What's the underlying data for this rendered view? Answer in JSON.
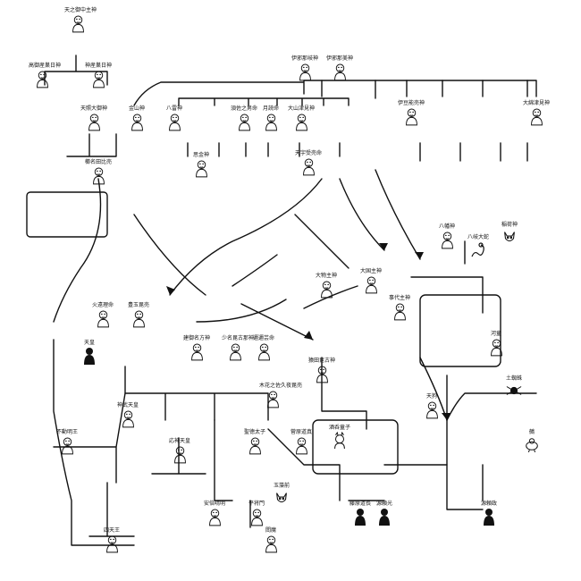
{
  "colors": {
    "ink": "#111111",
    "highlight": "#b9b2dc",
    "paper": "#ffffff"
  },
  "nodes": [
    {
      "id": "n1",
      "label": "天之御中主神",
      "hl": false,
      "icon": "deity-figure-icon"
    },
    {
      "id": "n2",
      "label": "高御産巣日神",
      "hl": false,
      "icon": "deity-figure-icon"
    },
    {
      "id": "n3",
      "label": "神産巣日神",
      "hl": false,
      "icon": "deity-figure-icon"
    },
    {
      "id": "n4",
      "label": "伊邪那岐神",
      "hl": false,
      "icon": "deity-figure-icon"
    },
    {
      "id": "n5",
      "label": "伊邪那美神",
      "hl": false,
      "icon": "deity-figure-icon"
    },
    {
      "id": "n6",
      "label": "金山神",
      "hl": true,
      "icon": "deity-figure-icon"
    },
    {
      "id": "n7",
      "label": "八雷神",
      "hl": false,
      "icon": "deity-figure-icon"
    },
    {
      "id": "n8",
      "label": "天照大御神",
      "hl": true,
      "icon": "deity-figure-icon"
    },
    {
      "id": "n9",
      "label": "須佐之男命",
      "hl": false,
      "icon": "deity-figure-icon"
    },
    {
      "id": "n10",
      "label": "月読命",
      "hl": false,
      "icon": "deity-figure-icon"
    },
    {
      "id": "n11",
      "label": "大山津見神",
      "hl": false,
      "icon": "deity-figure-icon"
    },
    {
      "id": "n12",
      "label": "大綿津見神",
      "hl": true,
      "icon": "deity-figure-icon"
    },
    {
      "id": "n13",
      "label": "伊豆能売神",
      "hl": true,
      "icon": "deity-figure-icon"
    },
    {
      "id": "n14",
      "label": "天宇受売命",
      "hl": true,
      "icon": "deity-figure-icon"
    },
    {
      "id": "n15",
      "label": "思金神",
      "hl": false,
      "icon": "deity-figure-icon"
    },
    {
      "id": "n16",
      "label": "大国主神",
      "hl": false,
      "icon": "deity-figure-icon"
    },
    {
      "id": "n17",
      "label": "八岐大蛇",
      "hl": false,
      "icon": "serpent-icon"
    },
    {
      "id": "n18",
      "label": "櫛名田比売",
      "hl": true,
      "icon": "deity-figure-icon"
    },
    {
      "id": "n19",
      "label": "大物主神",
      "hl": false,
      "icon": "deity-figure-icon"
    },
    {
      "id": "n20",
      "label": "事代主神",
      "hl": false,
      "icon": "deity-figure-icon"
    },
    {
      "id": "n21",
      "label": "建御名方神",
      "hl": false,
      "icon": "deity-figure-icon"
    },
    {
      "id": "n22",
      "label": "少名毘古那神",
      "hl": false,
      "icon": "deity-figure-icon"
    },
    {
      "id": "n23",
      "label": "邇邇芸命",
      "hl": false,
      "icon": "deity-figure-icon"
    },
    {
      "id": "n24",
      "label": "木花之佐久夜毘売",
      "hl": true,
      "icon": "deity-figure-icon"
    },
    {
      "id": "n25",
      "label": "猿田毘古神",
      "hl": false,
      "icon": "deity-figure-icon"
    },
    {
      "id": "n26",
      "label": "火遠理命",
      "hl": false,
      "icon": "deity-figure-icon"
    },
    {
      "id": "n27",
      "label": "豊玉毘売",
      "hl": true,
      "icon": "deity-figure-icon"
    },
    {
      "id": "n28",
      "label": "神武天皇",
      "hl": false,
      "icon": "deity-figure-icon"
    },
    {
      "id": "n29",
      "label": "天皇",
      "hl": false,
      "icon": "silhouette-icon"
    },
    {
      "id": "n30",
      "label": "応神天皇",
      "hl": false,
      "icon": "deity-figure-icon"
    },
    {
      "id": "n31",
      "label": "聖徳太子",
      "hl": false,
      "icon": "deity-figure-icon"
    },
    {
      "id": "n32",
      "label": "菅原道真",
      "hl": false,
      "icon": "deity-figure-icon"
    },
    {
      "id": "n33",
      "label": "源頼光",
      "hl": false,
      "icon": "silhouette-icon"
    },
    {
      "id": "n34",
      "label": "酒呑童子",
      "hl": false,
      "icon": "oni-icon"
    },
    {
      "id": "n35",
      "label": "藤原道長",
      "hl": false,
      "icon": "silhouette-icon"
    },
    {
      "id": "n36",
      "label": "平将門",
      "hl": false,
      "icon": "deity-figure-icon"
    },
    {
      "id": "n37",
      "label": "安倍晴明",
      "hl": false,
      "icon": "deity-figure-icon"
    },
    {
      "id": "n38",
      "label": "玉藻前",
      "hl": false,
      "icon": "fox-icon"
    },
    {
      "id": "n39",
      "label": "八幡神",
      "hl": false,
      "icon": "deity-figure-icon"
    },
    {
      "id": "n40",
      "label": "稲荷神",
      "hl": false,
      "icon": "fox-icon"
    },
    {
      "id": "n41",
      "label": "天狗",
      "hl": false,
      "icon": "deity-figure-icon"
    },
    {
      "id": "n42",
      "label": "河童",
      "hl": false,
      "icon": "deity-figure-icon"
    },
    {
      "id": "n43",
      "label": "鵺",
      "hl": false,
      "icon": "beast-icon"
    },
    {
      "id": "n44",
      "label": "土蜘蛛",
      "hl": false,
      "icon": "spider-icon"
    },
    {
      "id": "n45",
      "label": "源頼政",
      "hl": false,
      "icon": "silhouette-icon"
    },
    {
      "id": "n46",
      "label": "四天王",
      "hl": false,
      "icon": "deity-figure-icon"
    },
    {
      "id": "n47",
      "label": "閻魔",
      "hl": false,
      "icon": "deity-figure-icon"
    },
    {
      "id": "n48",
      "label": "不動明王",
      "hl": false,
      "icon": "deity-figure-icon"
    }
  ]
}
